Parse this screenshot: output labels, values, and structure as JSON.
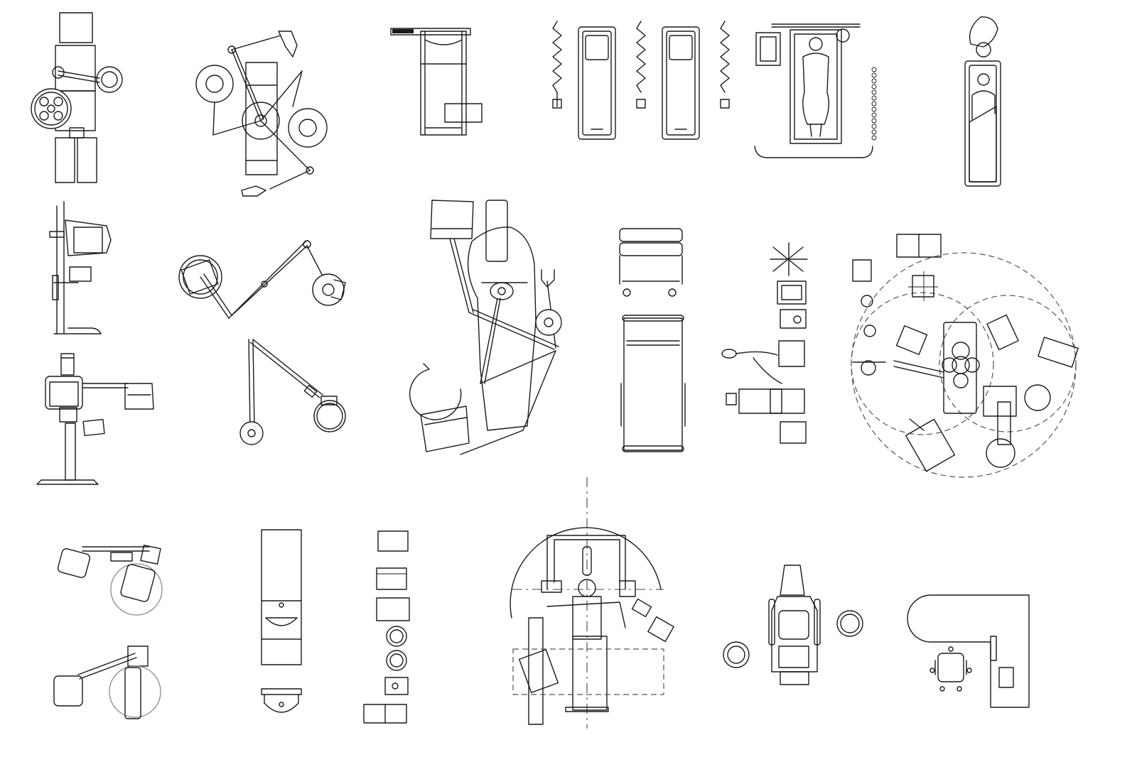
{
  "drawing": {
    "background": "#ffffff",
    "line_color": "#1a1a1a",
    "secondary_line_color": "#8a8a8a",
    "blocks": [
      "surgical-light-stand",
      "dual-arm-ceiling-lamp",
      "operating-table-side",
      "stretchers-with-springs",
      "patient-bed-with-drape",
      "patient-on-trolley",
      "panoramic-xray-side",
      "panoramic-xray-front",
      "articulated-lamp-arm",
      "pendant-lamp-arm",
      "dental-chair-unit",
      "transport-cart-and-table",
      "anesthesia-equipment-set",
      "operating-room-layout",
      "ceiling-xray-arms",
      "wall-cabinet-and-sink",
      "cabinets-and-stools",
      "c-arm-room-layout",
      "dental-chair-and-stools",
      "desk-with-chair"
    ]
  }
}
